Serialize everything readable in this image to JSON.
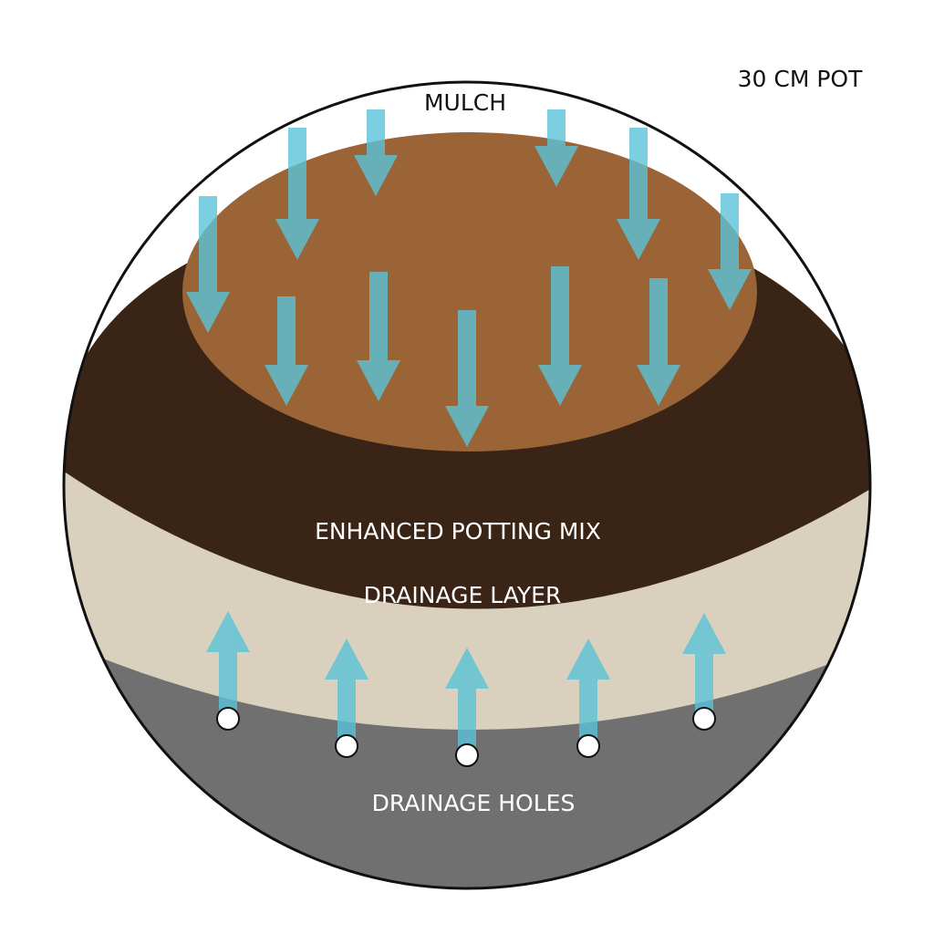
{
  "labels": {
    "pot": "30 CM POT",
    "mulch": "MULCH",
    "mix": "ENHANCED POTTING MIX",
    "drainage_layer": "DRAINAGE LAYER",
    "holes": "DRAINAGE HOLES"
  },
  "colors": {
    "mulch": "#9a6436",
    "mix": "#3a2416",
    "gravel": "#d9d0bd",
    "base": "#707070",
    "water": "#5bc3d8"
  }
}
